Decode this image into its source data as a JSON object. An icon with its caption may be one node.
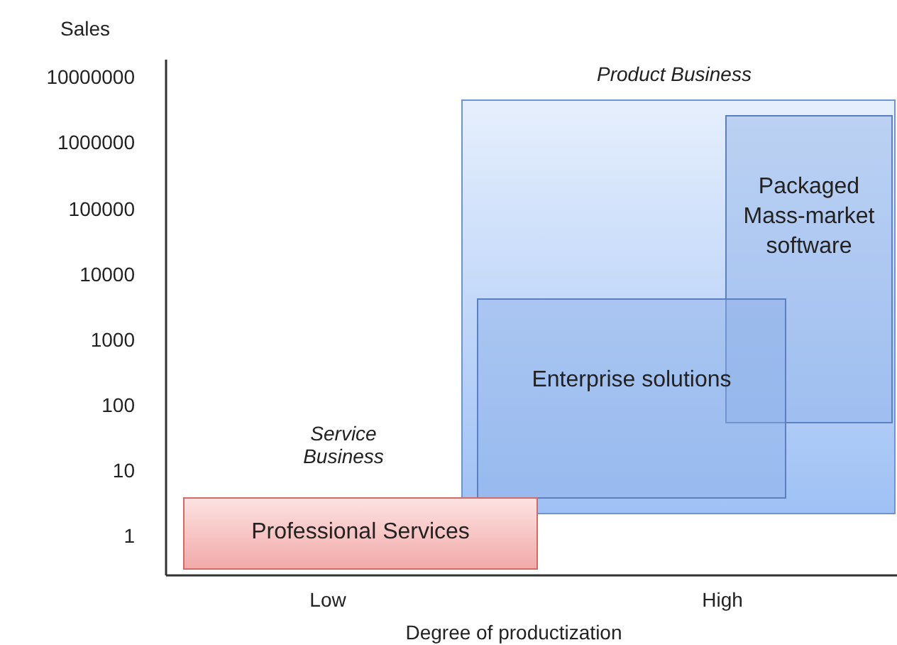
{
  "diagram": {
    "nodes": [
      {
        "text": [
          "Product Business"
        ]
      },
      {
        "text": [
          "Packaged Mass-market software"
        ],
        "in": 0
      },
      {
        "text": [
          "Enterprise solutions"
        ],
        "in": 0
      },
      {
        "text": [
          "Service Business",
          "Professional Services"
        ]
      }
    ],
    "labels": [
      "Sales",
      "10000000",
      "1000000",
      "100000",
      "10000",
      "1000",
      "100",
      "10",
      "1",
      "Low",
      "High",
      "Degree of productization"
    ]
  }
}
